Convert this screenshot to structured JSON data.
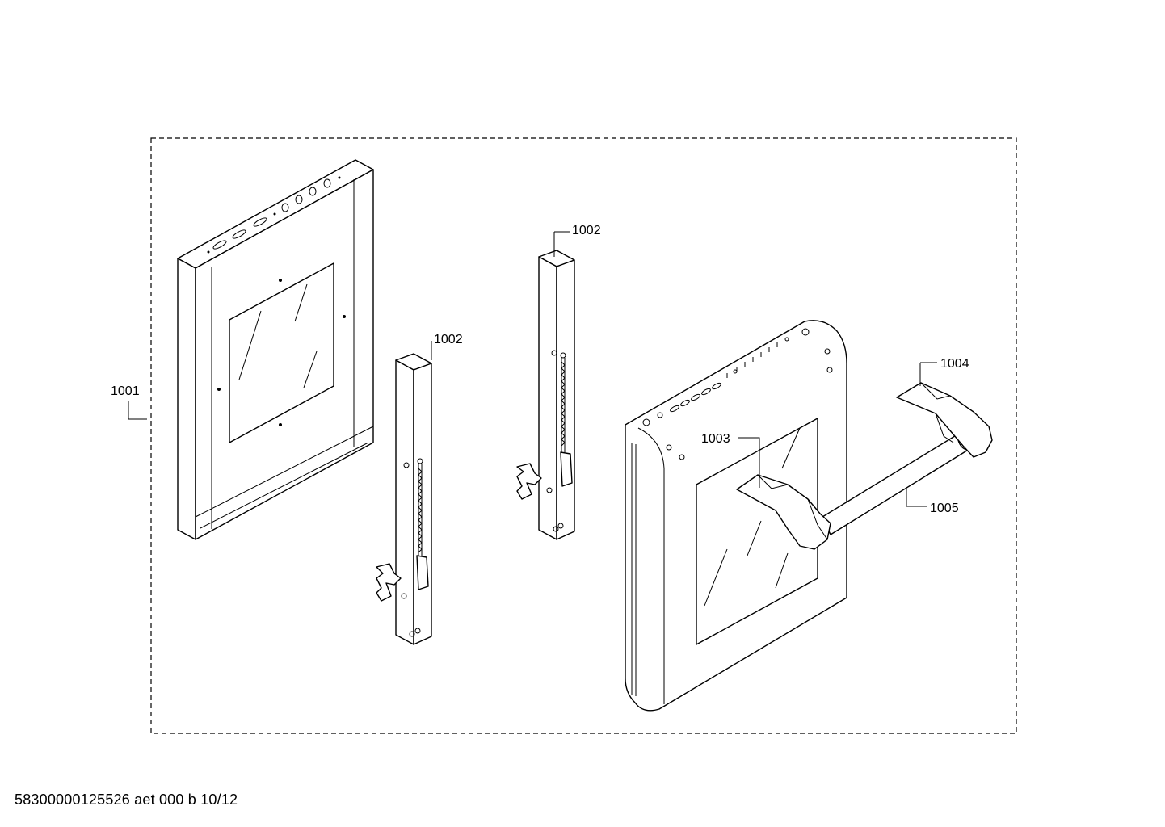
{
  "labels": {
    "door_inner_panel": "1001",
    "hinge_left": "1002",
    "hinge_right": "1002",
    "handle_holder": "1003",
    "handle_holder_right": "1004",
    "handle_bar": "1005"
  },
  "footer": "58300000125526 aet 000 b 10/12"
}
